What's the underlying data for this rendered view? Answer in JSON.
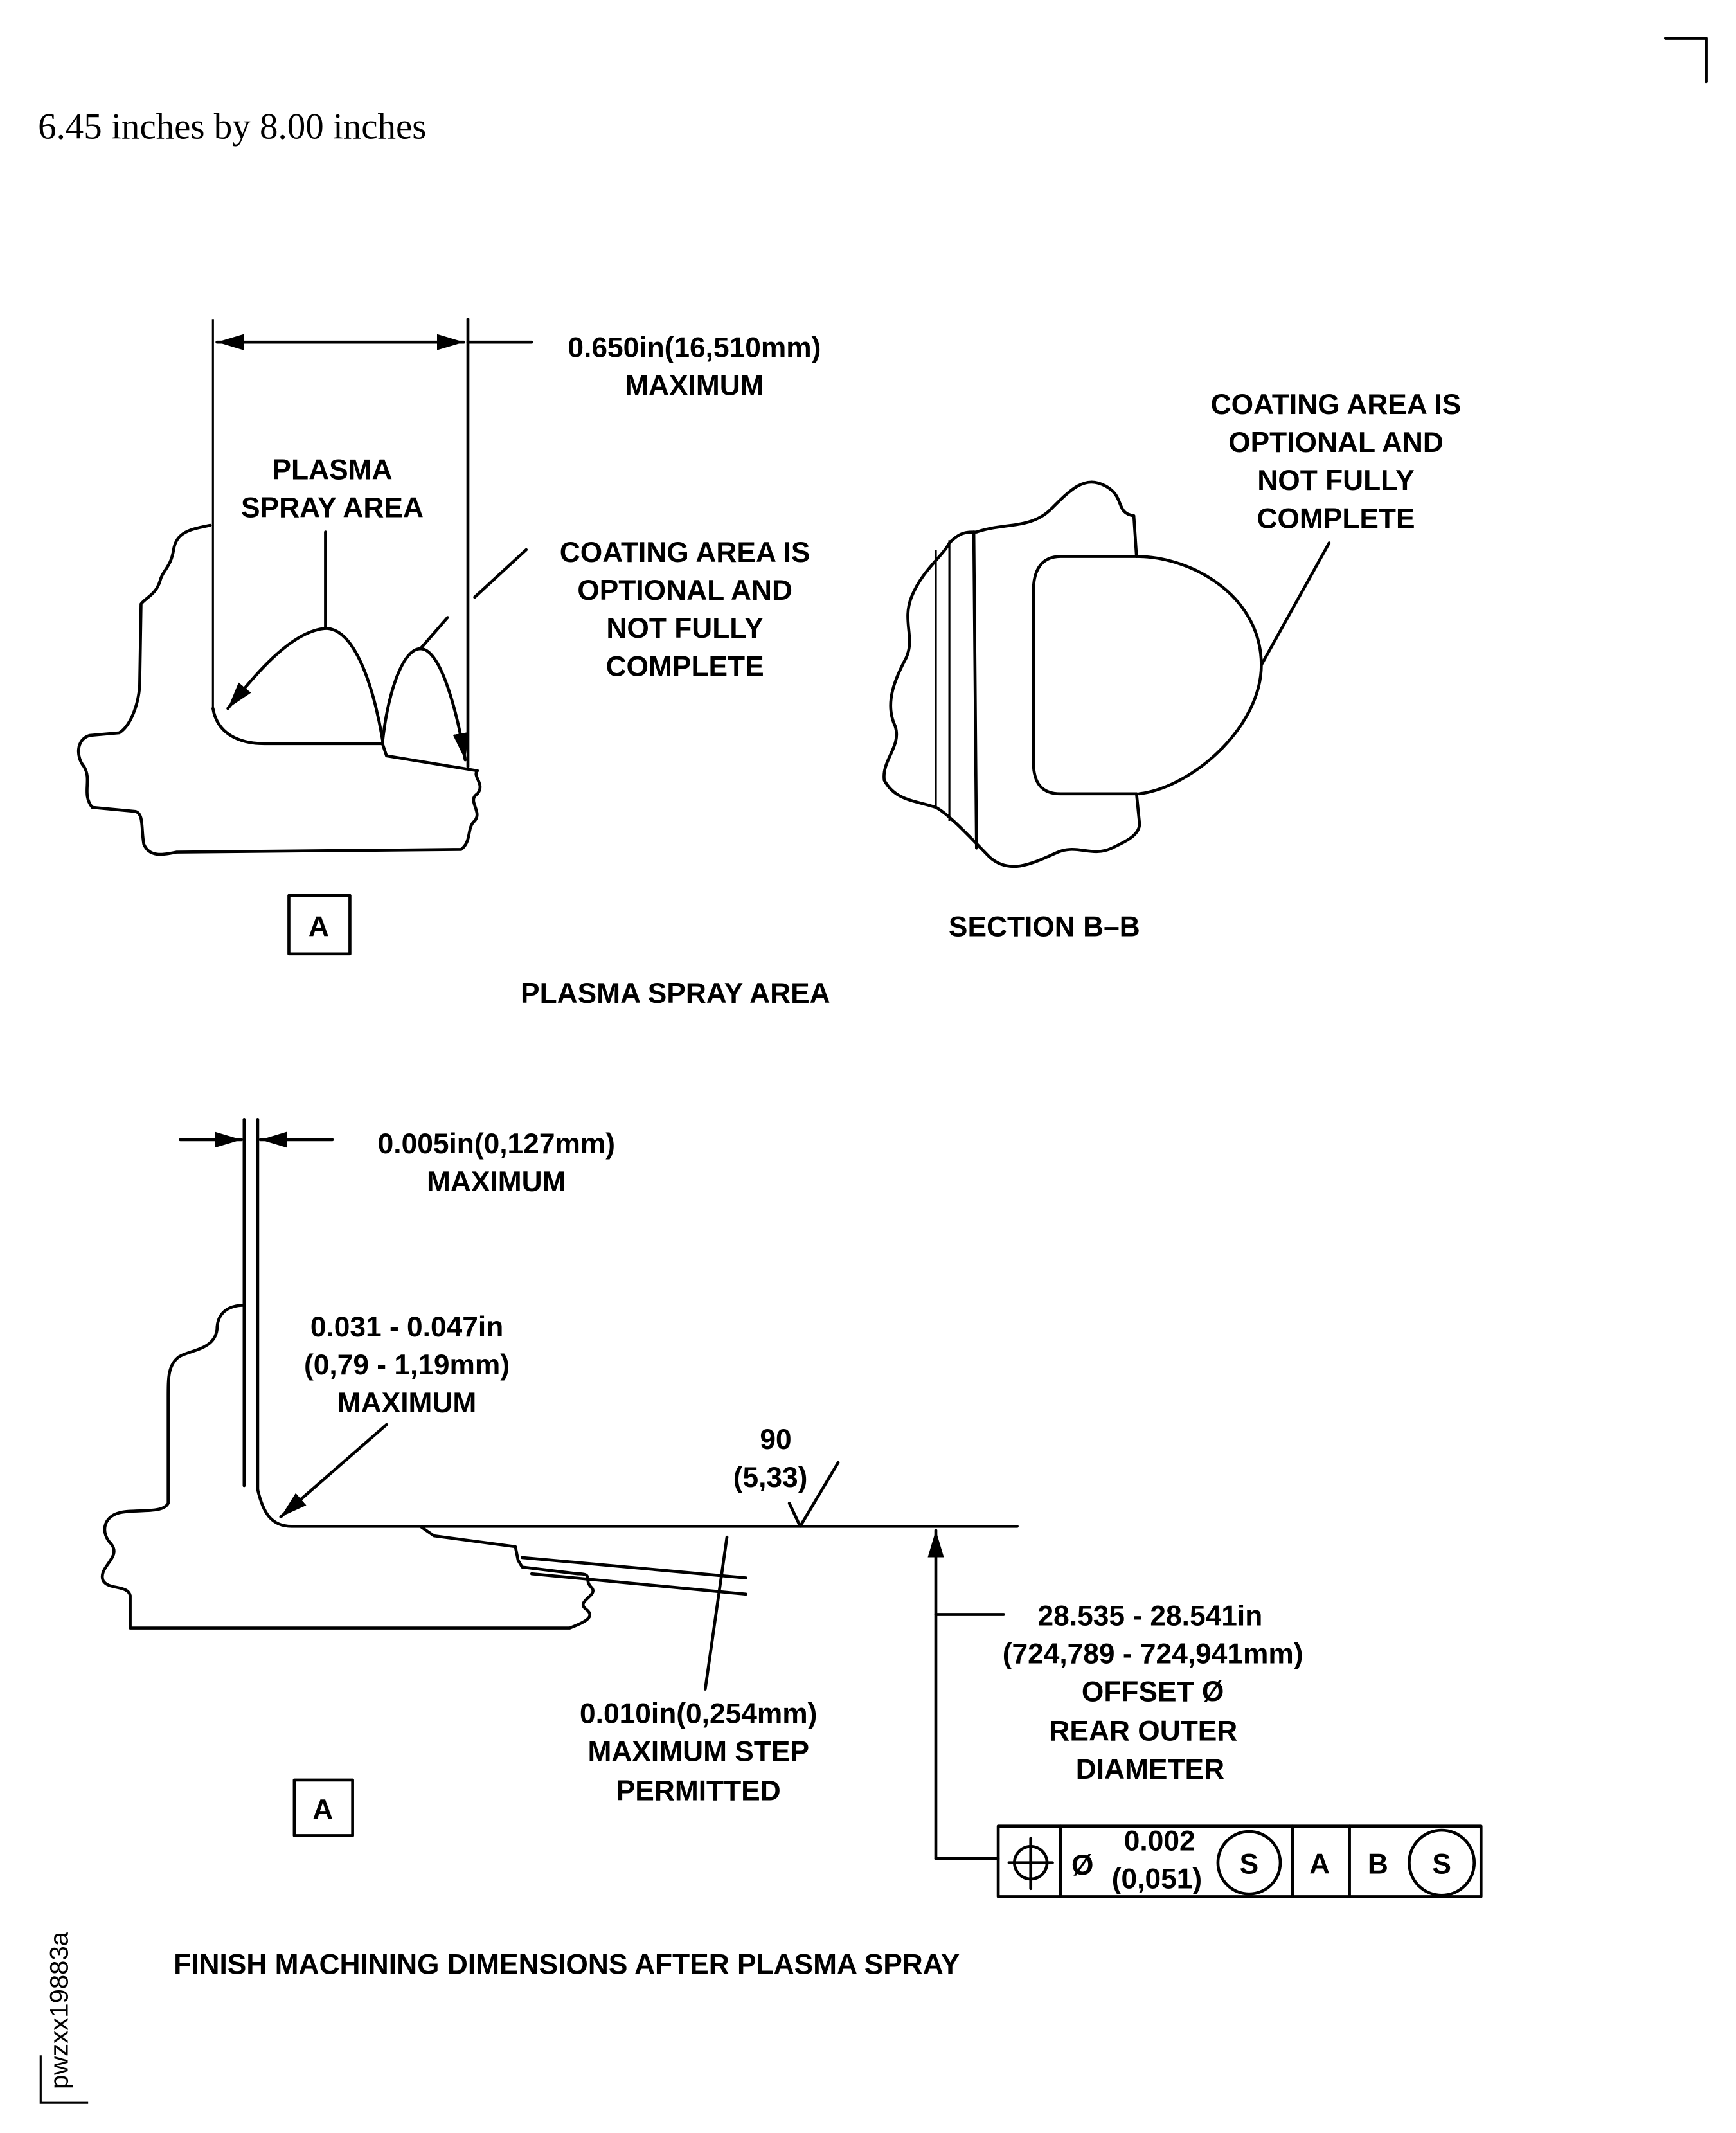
{
  "header": {
    "size_text": "6.45 inches by 8.00 inches"
  },
  "top_view": {
    "dimension": [
      "0.650in(16,510mm)",
      "MAXIMUM"
    ],
    "spray_label": [
      "PLASMA",
      "SPRAY AREA"
    ],
    "coating_note": [
      "COATING AREA IS",
      "OPTIONAL AND",
      "NOT FULLY",
      "COMPLETE"
    ],
    "datum": "A",
    "caption": "PLASMA SPRAY AREA"
  },
  "section_view": {
    "coating_note": [
      "COATING AREA IS",
      "OPTIONAL AND",
      "NOT FULLY",
      "COMPLETE"
    ],
    "caption": "SECTION  B–B"
  },
  "bottom_view": {
    "dimension_top": [
      "0.005in(0,127mm)",
      "MAXIMUM"
    ],
    "fillet_dim": [
      "0.031 - 0.047in",
      "(0,79 - 1,19mm)",
      "MAXIMUM"
    ],
    "finish": [
      "90",
      "(5,33)"
    ],
    "step_note": [
      "0.010in(0,254mm)",
      "MAXIMUM STEP",
      "PERMITTED"
    ],
    "diameter_note": [
      "28.535 - 28.541in",
      "(724,789 - 724,941mm)",
      "OFFSET Ø",
      "REAR  OUTER",
      "DIAMETER"
    ],
    "fcf": {
      "symbol": "position",
      "diameter": "Ø",
      "tolerance": "0.002",
      "tolerance_mm": "(0,051)",
      "modifier1": "S",
      "datum1": "A",
      "datum2": "B",
      "modifier2": "S"
    },
    "datum": "A",
    "caption": "FINISH MACHINING DIMENSIONS AFTER PLASMA SPRAY"
  },
  "figure_id": "pwzxx19883a"
}
